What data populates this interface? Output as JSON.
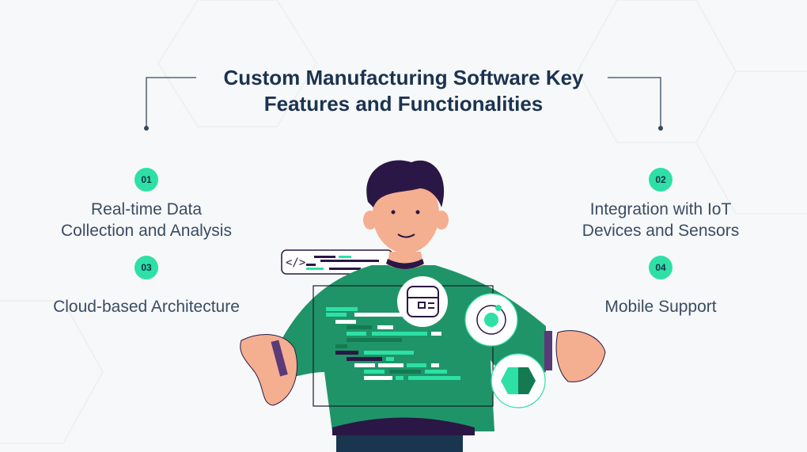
{
  "title": {
    "line1": "Custom Manufacturing Software Key",
    "line2": "Features and Functionalities"
  },
  "features": [
    {
      "number": "01",
      "line1": "Real-time Data",
      "line2": "Collection and Analysis"
    },
    {
      "number": "02",
      "line1": "Integration with IoT",
      "line2": "Devices and Sensors"
    },
    {
      "number": "03",
      "line1": "Cloud-based Architecture",
      "line2": ""
    },
    {
      "number": "04",
      "line1": "Mobile Support",
      "line2": ""
    }
  ],
  "illustration": {
    "code_tag": "</>"
  },
  "colors": {
    "accent": "#2ee0a5",
    "title": "#1b3350",
    "text": "#3a4c63",
    "shirt": "#1f9468",
    "skin": "#f4ae90",
    "hair": "#2a1745"
  }
}
